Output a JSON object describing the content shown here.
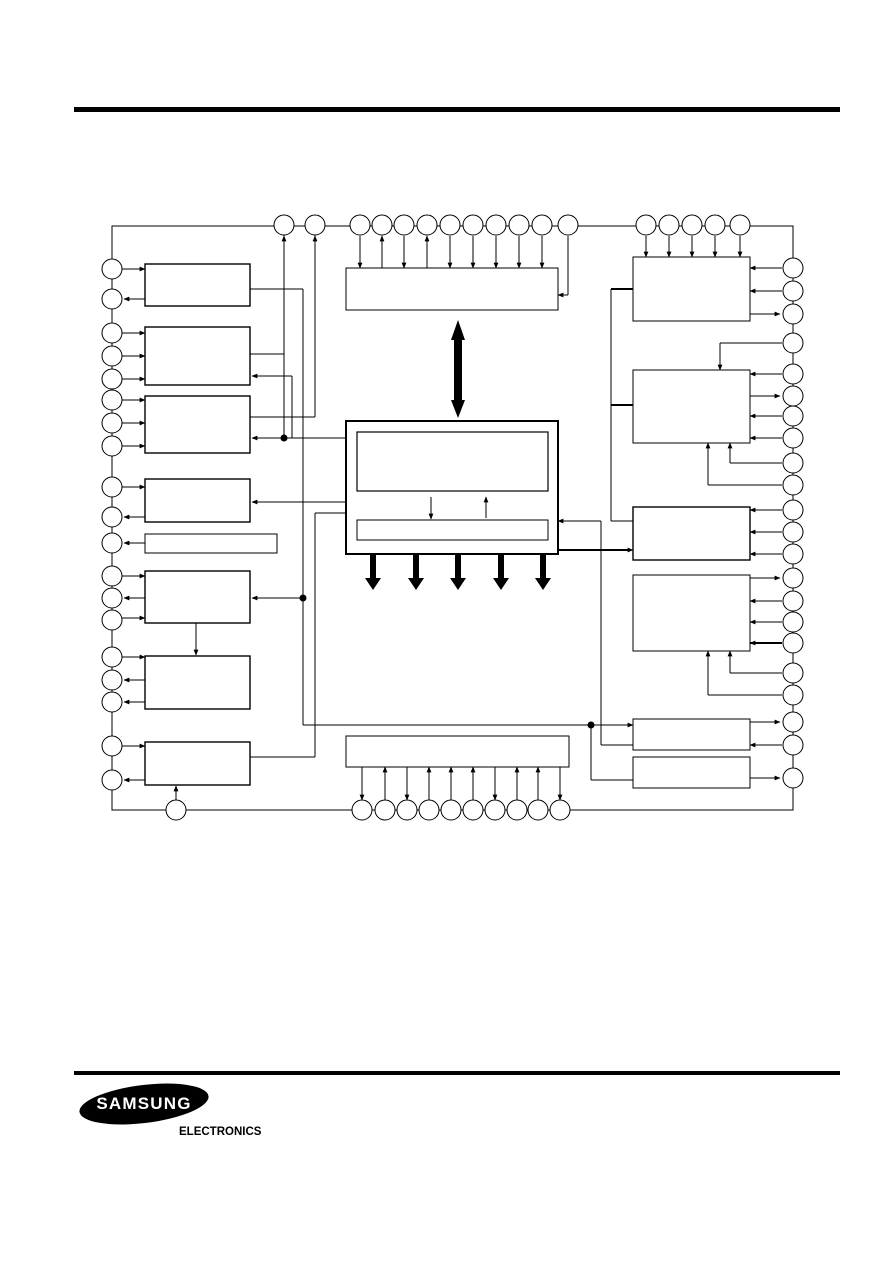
{
  "logo": {
    "wordmark": "SAMSUNG",
    "subtitle": "ELECTRONICS"
  },
  "diagram": {
    "kind": "block-diagram",
    "pin_markers": "open circles",
    "bus_arrows": "thick double-headed",
    "colors": {
      "line": "#000000",
      "background": "#ffffff"
    }
  }
}
